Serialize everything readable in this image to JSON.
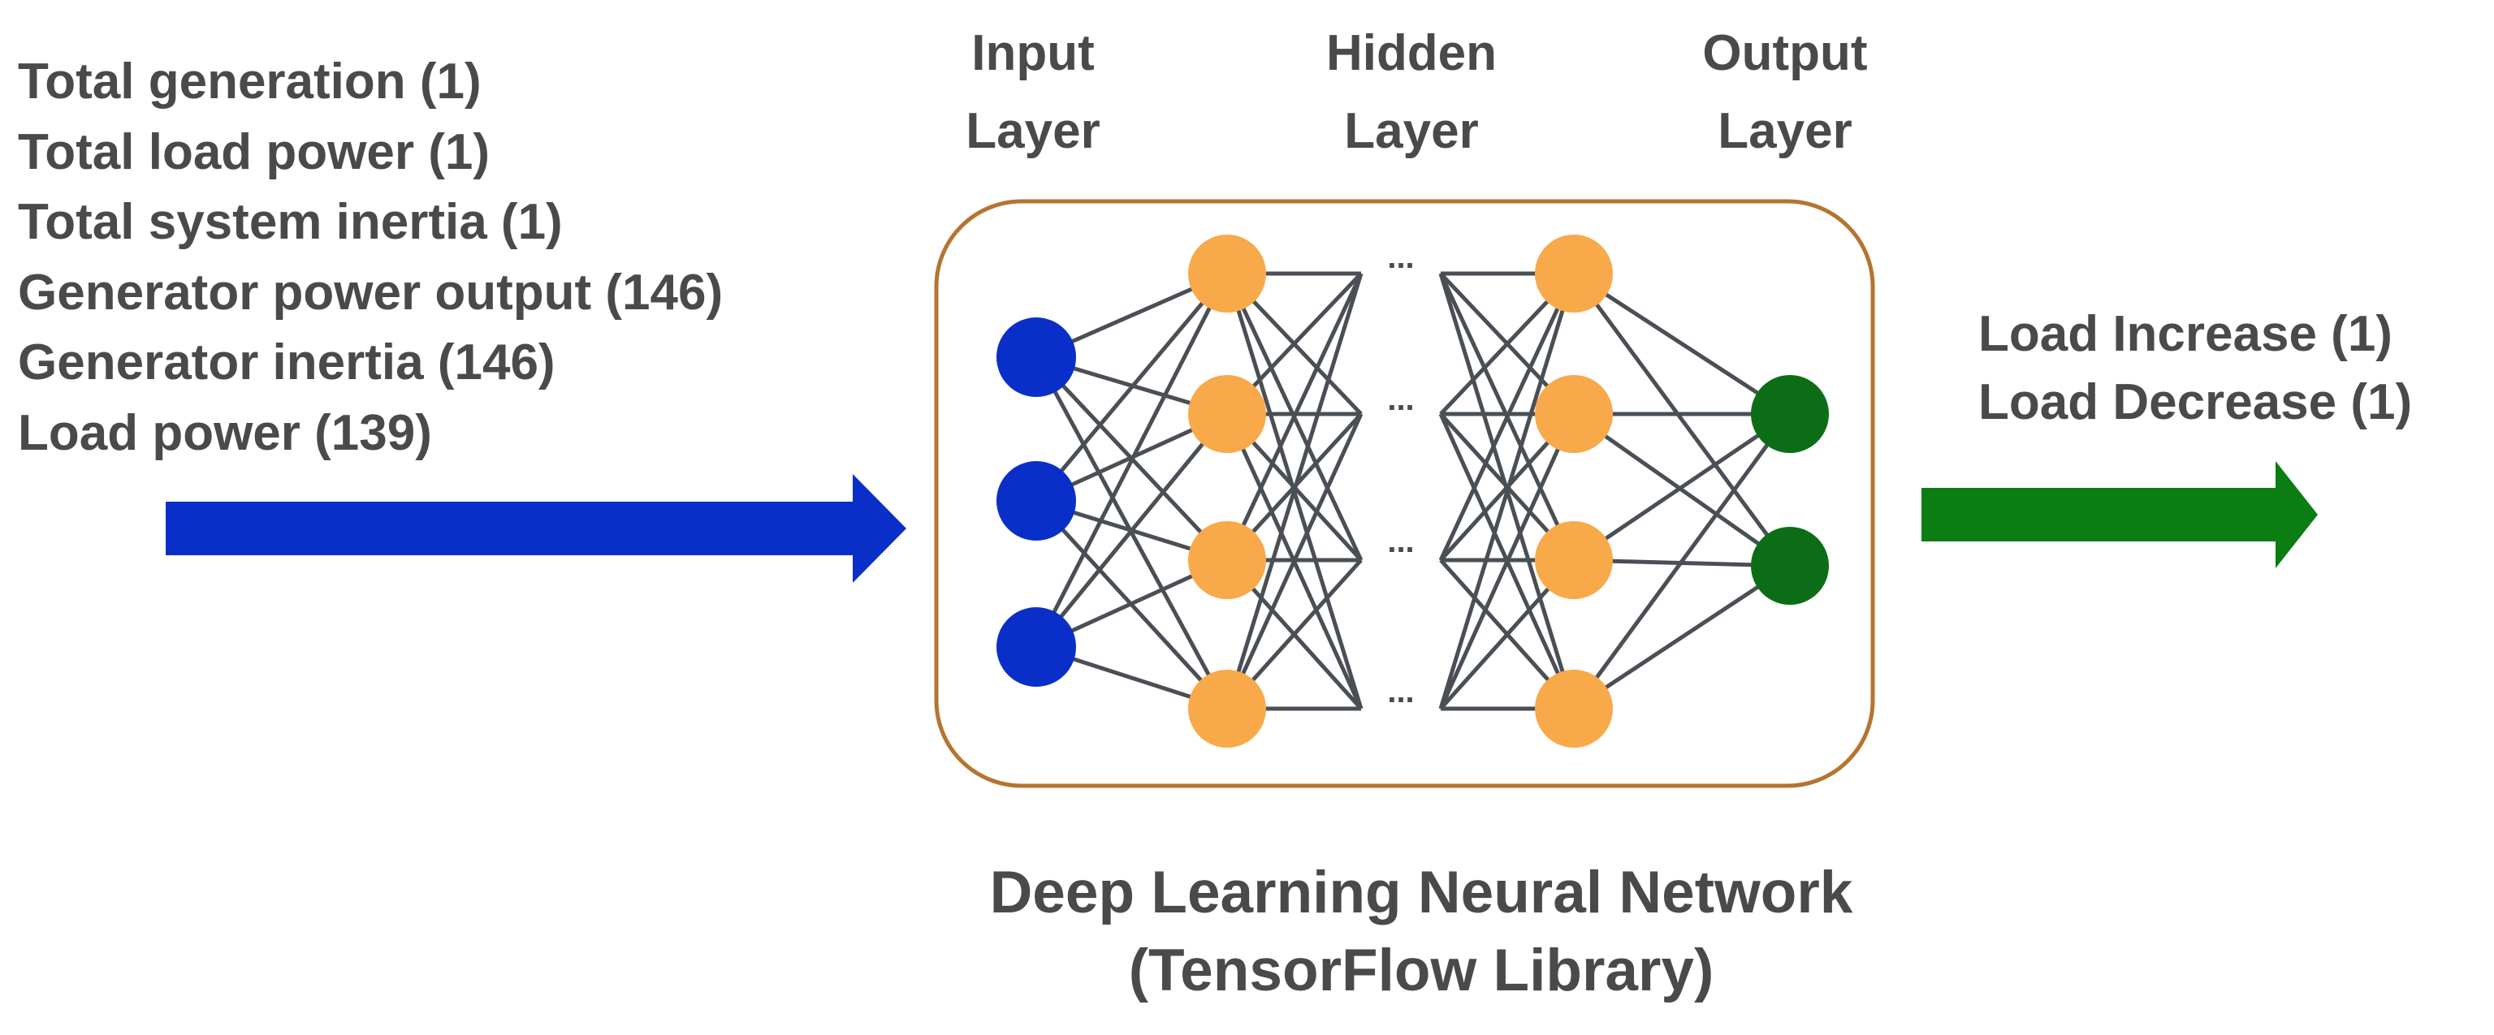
{
  "inputs": [
    "Total generation (1)",
    "Total load power (1)",
    "Total system inertia (1)",
    "Generator power output (146)",
    "Generator inertia (146)",
    "Load power (139)"
  ],
  "outputs": [
    "Load Increase (1)",
    "Load Decrease (1)"
  ],
  "layers": {
    "input": {
      "line1": "Input",
      "line2": "Layer"
    },
    "hidden": {
      "line1": "Hidden",
      "line2": "Layer"
    },
    "output": {
      "line1": "Output",
      "line2": "Layer"
    }
  },
  "ellipsis": "...",
  "caption": {
    "line1": "Deep Learning Neural Network",
    "line2": "(TensorFlow Library)"
  },
  "colors": {
    "text": "#4a4a4a",
    "input_arrow": "#0a2fc8",
    "input_node": "#0a2fc8",
    "hidden_node": "#f8a94a",
    "output_node": "#0b6e16",
    "output_arrow": "#0b7d12",
    "box_border": "#b5742f",
    "edge": "#4a4f55"
  }
}
